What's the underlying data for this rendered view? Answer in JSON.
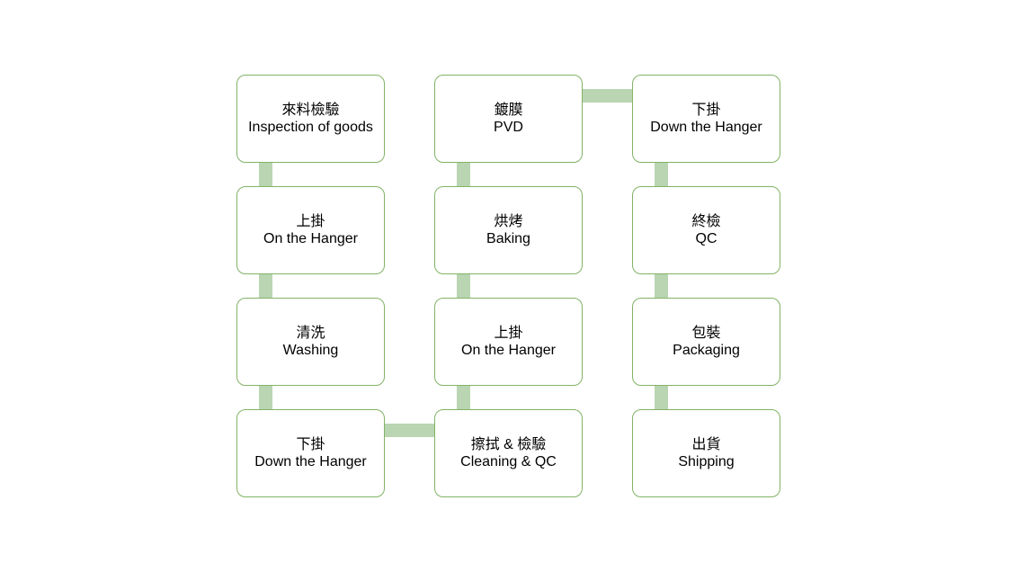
{
  "diagram": {
    "nodes": [
      {
        "zh": "來料檢驗",
        "en": "Inspection of goods"
      },
      {
        "zh": "上掛",
        "en": "On the Hanger"
      },
      {
        "zh": "清洗",
        "en": "Washing"
      },
      {
        "zh": "下掛",
        "en": "Down the Hanger"
      },
      {
        "zh": "擦拭 & 檢驗",
        "en": "Cleaning & QC"
      },
      {
        "zh": "上掛",
        "en": "On the Hanger"
      },
      {
        "zh": "烘烤",
        "en": "Baking"
      },
      {
        "zh": "鍍膜",
        "en": "PVD"
      },
      {
        "zh": "下掛",
        "en": "Down the Hanger"
      },
      {
        "zh": "終檢",
        "en": "QC"
      },
      {
        "zh": "包裝",
        "en": "Packaging"
      },
      {
        "zh": "出貨",
        "en": "Shipping"
      }
    ],
    "colors": {
      "node_border": "#82b366",
      "node_fill": "#ffffff",
      "connector": "#b9d5b2",
      "text": "#000000"
    }
  }
}
